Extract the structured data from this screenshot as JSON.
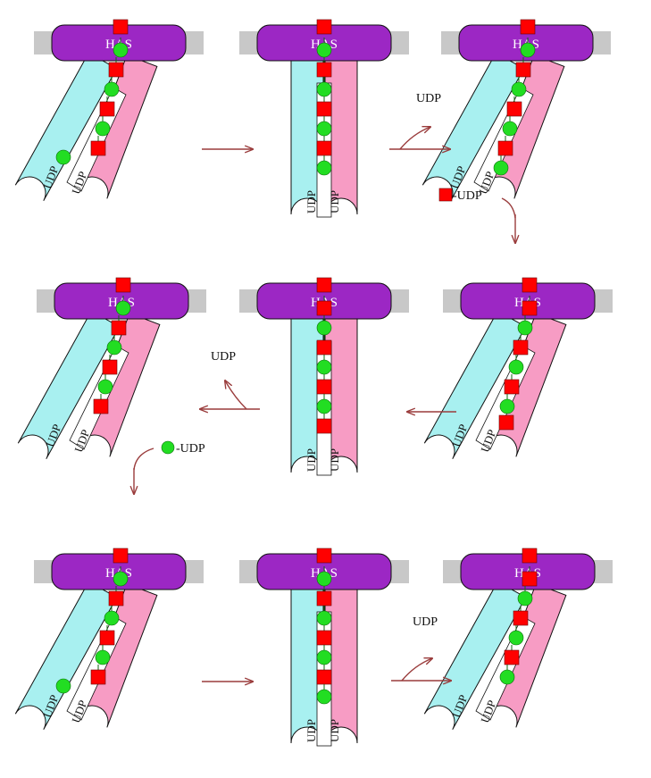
{
  "labels": {
    "enzyme": "HAS",
    "udp": "UDP",
    "udp_tag": "UDP",
    "udp_square_donor": "-UDP",
    "udp_circle_donor": "-UDP"
  },
  "colors": {
    "enzyme_fill": "#9c27c4",
    "membrane": "#c8c8c8",
    "left_domain": "#a8f0f0",
    "right_domain": "#f79cc4",
    "square_sugar": "#ff0000",
    "circle_sugar": "#22dd22",
    "arrow": "#9a3c3c",
    "outline": "#111111"
  },
  "panels": [
    {
      "pose": "splayed",
      "chain_top": "square",
      "chain": [
        "circle",
        "square",
        "circle",
        "square",
        "circle",
        "square"
      ],
      "left_pocket": "circle",
      "right_pocket": "empty"
    },
    {
      "pose": "closed",
      "chain_top": "square",
      "chain": [
        "circle",
        "square",
        "circle",
        "square",
        "circle",
        "square",
        "circle"
      ],
      "left_pocket": "empty",
      "right_pocket": "empty"
    },
    {
      "pose": "splayed",
      "chain_top": "square",
      "chain": [
        "circle",
        "square",
        "circle",
        "square",
        "circle",
        "square",
        "circle"
      ],
      "left_pocket": "empty",
      "right_pocket": "empty"
    },
    {
      "pose": "splayed",
      "chain_top": "square",
      "chain": [
        "circle",
        "square",
        "circle",
        "square",
        "circle",
        "square"
      ],
      "left_pocket": "empty",
      "right_pocket": "empty"
    },
    {
      "pose": "closed",
      "chain_top": "square",
      "chain": [
        "square",
        "circle",
        "square",
        "circle",
        "square",
        "circle",
        "square"
      ],
      "left_pocket": "empty",
      "right_pocket": "empty"
    },
    {
      "pose": "splayed",
      "chain_top": "square",
      "chain": [
        "square",
        "circle",
        "square",
        "circle",
        "square",
        "circle"
      ],
      "left_pocket": "empty",
      "right_pocket": "square"
    },
    {
      "pose": "splayed",
      "chain_top": "square",
      "chain": [
        "circle",
        "square",
        "circle",
        "square",
        "circle",
        "square"
      ],
      "left_pocket": "circle",
      "right_pocket": "empty"
    },
    {
      "pose": "closed",
      "chain_top": "square",
      "chain": [
        "circle",
        "square",
        "circle",
        "square",
        "circle",
        "square",
        "circle"
      ],
      "left_pocket": "empty",
      "right_pocket": "empty"
    },
    {
      "pose": "splayed",
      "chain_top": "square",
      "chain": [
        "square",
        "circle",
        "square",
        "circle",
        "square",
        "circle"
      ],
      "left_pocket": "empty",
      "right_pocket": "empty"
    }
  ]
}
